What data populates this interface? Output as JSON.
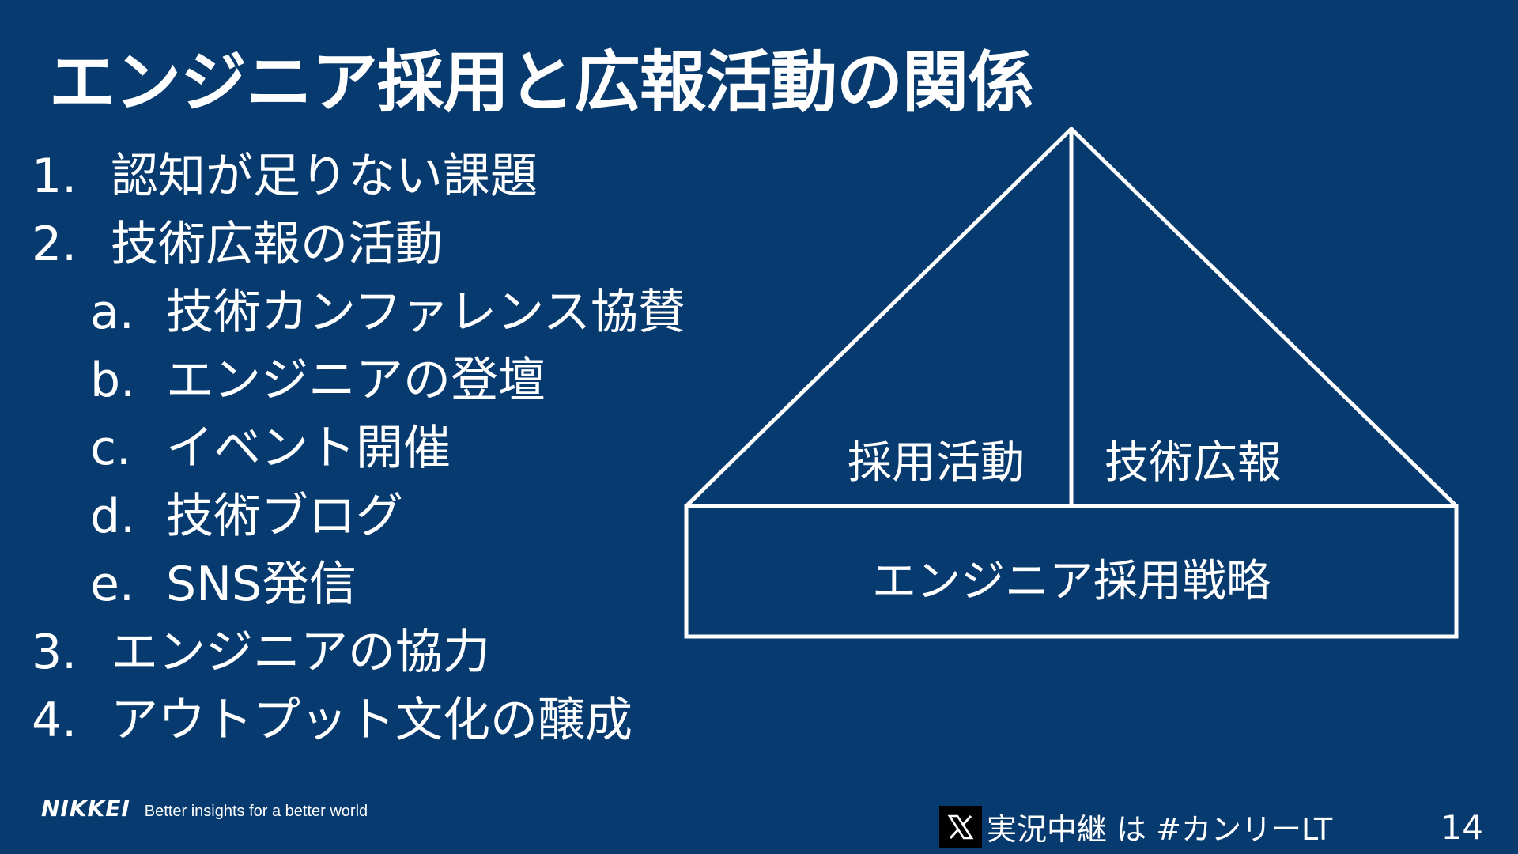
{
  "slide": {
    "title": "エンジニア採用と広報活動の関係",
    "agenda": [
      {
        "marker": "1.",
        "text": "認知が足りない課題",
        "level": 1
      },
      {
        "marker": "2.",
        "text": "技術広報の活動",
        "level": 1
      },
      {
        "marker": "a.",
        "text": "技術カンファレンス協賛",
        "level": 2
      },
      {
        "marker": "b.",
        "text": "エンジニアの登壇",
        "level": 2
      },
      {
        "marker": "c.",
        "text": "イベント開催",
        "level": 2
      },
      {
        "marker": "d.",
        "text": "技術ブログ",
        "level": 2
      },
      {
        "marker": "e.",
        "text": "SNS発信",
        "level": 2
      },
      {
        "marker": "3.",
        "text": "エンジニアの協力",
        "level": 1
      },
      {
        "marker": "4.",
        "text": "アウトプット文化の醸成",
        "level": 1
      }
    ],
    "diagram": {
      "left_label": "採用活動",
      "right_label": "技術広報",
      "base_label": "エンジニア採用戦略"
    },
    "footer": {
      "logo": "NIKKEI",
      "tagline": "Better insights for a better world",
      "hashtag": "実況中継 は #カンリーLT",
      "page_number": "14"
    }
  },
  "colors": {
    "background": "#073a6e",
    "foreground": "#ffffff",
    "x_icon_bg": "#000000"
  },
  "icons": {
    "x_logo": "x-logo-icon"
  }
}
